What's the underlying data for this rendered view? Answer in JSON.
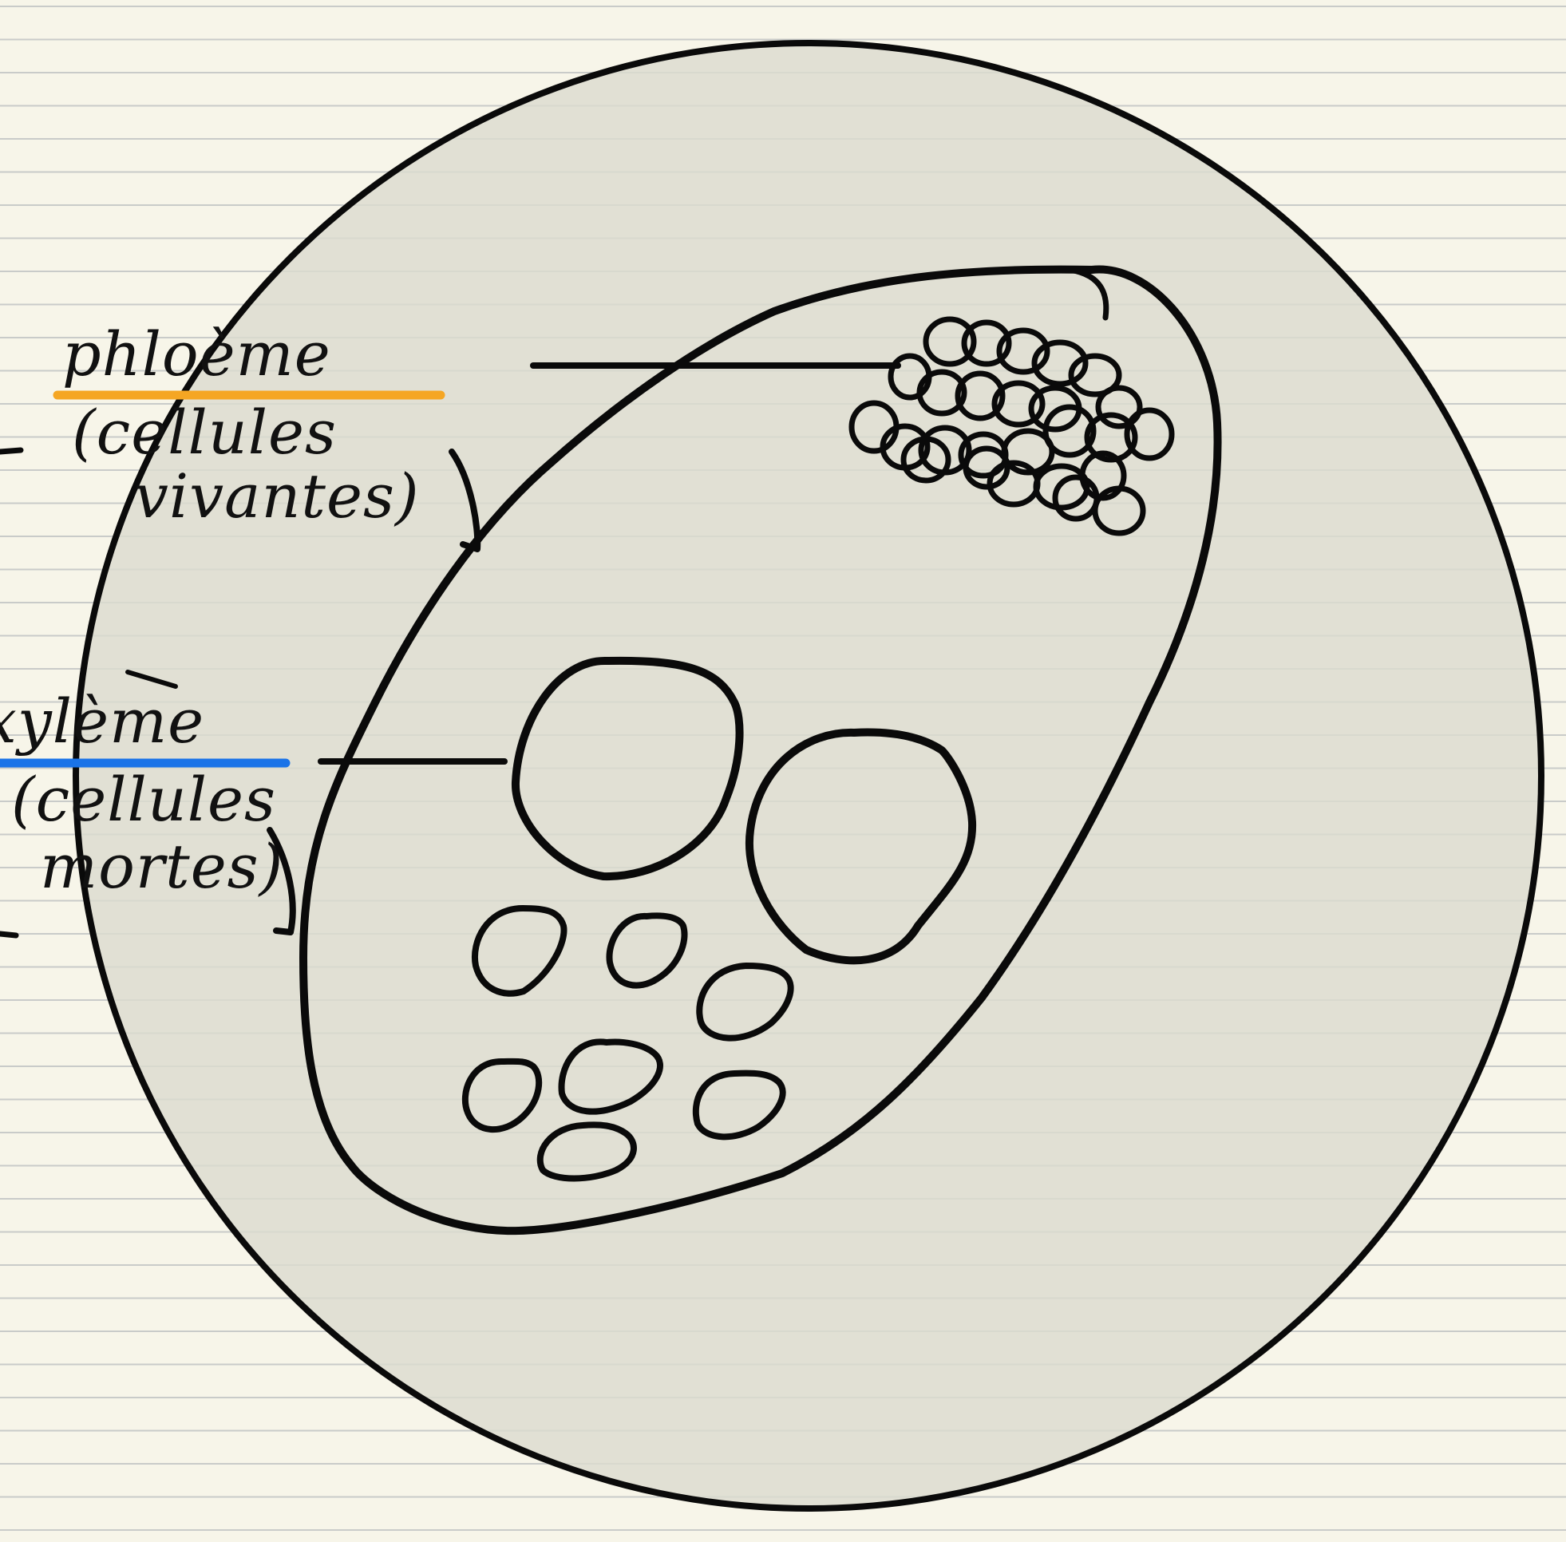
{
  "labels": {
    "phloem": {
      "word": "phloème",
      "line1": "(cellules",
      "line2": "vivantes)"
    },
    "xylem": {
      "word": "xylème",
      "line1": "(cellules",
      "line2": "mortes)"
    }
  },
  "colors": {
    "paper": "#f7f5e9",
    "ruled_line": "#c9cbc9",
    "section_fill": "#dcdcd0",
    "ink": "#0a0a0a",
    "phloem_underline": "#f5a623",
    "xylem_underline": "#1a73e8"
  }
}
